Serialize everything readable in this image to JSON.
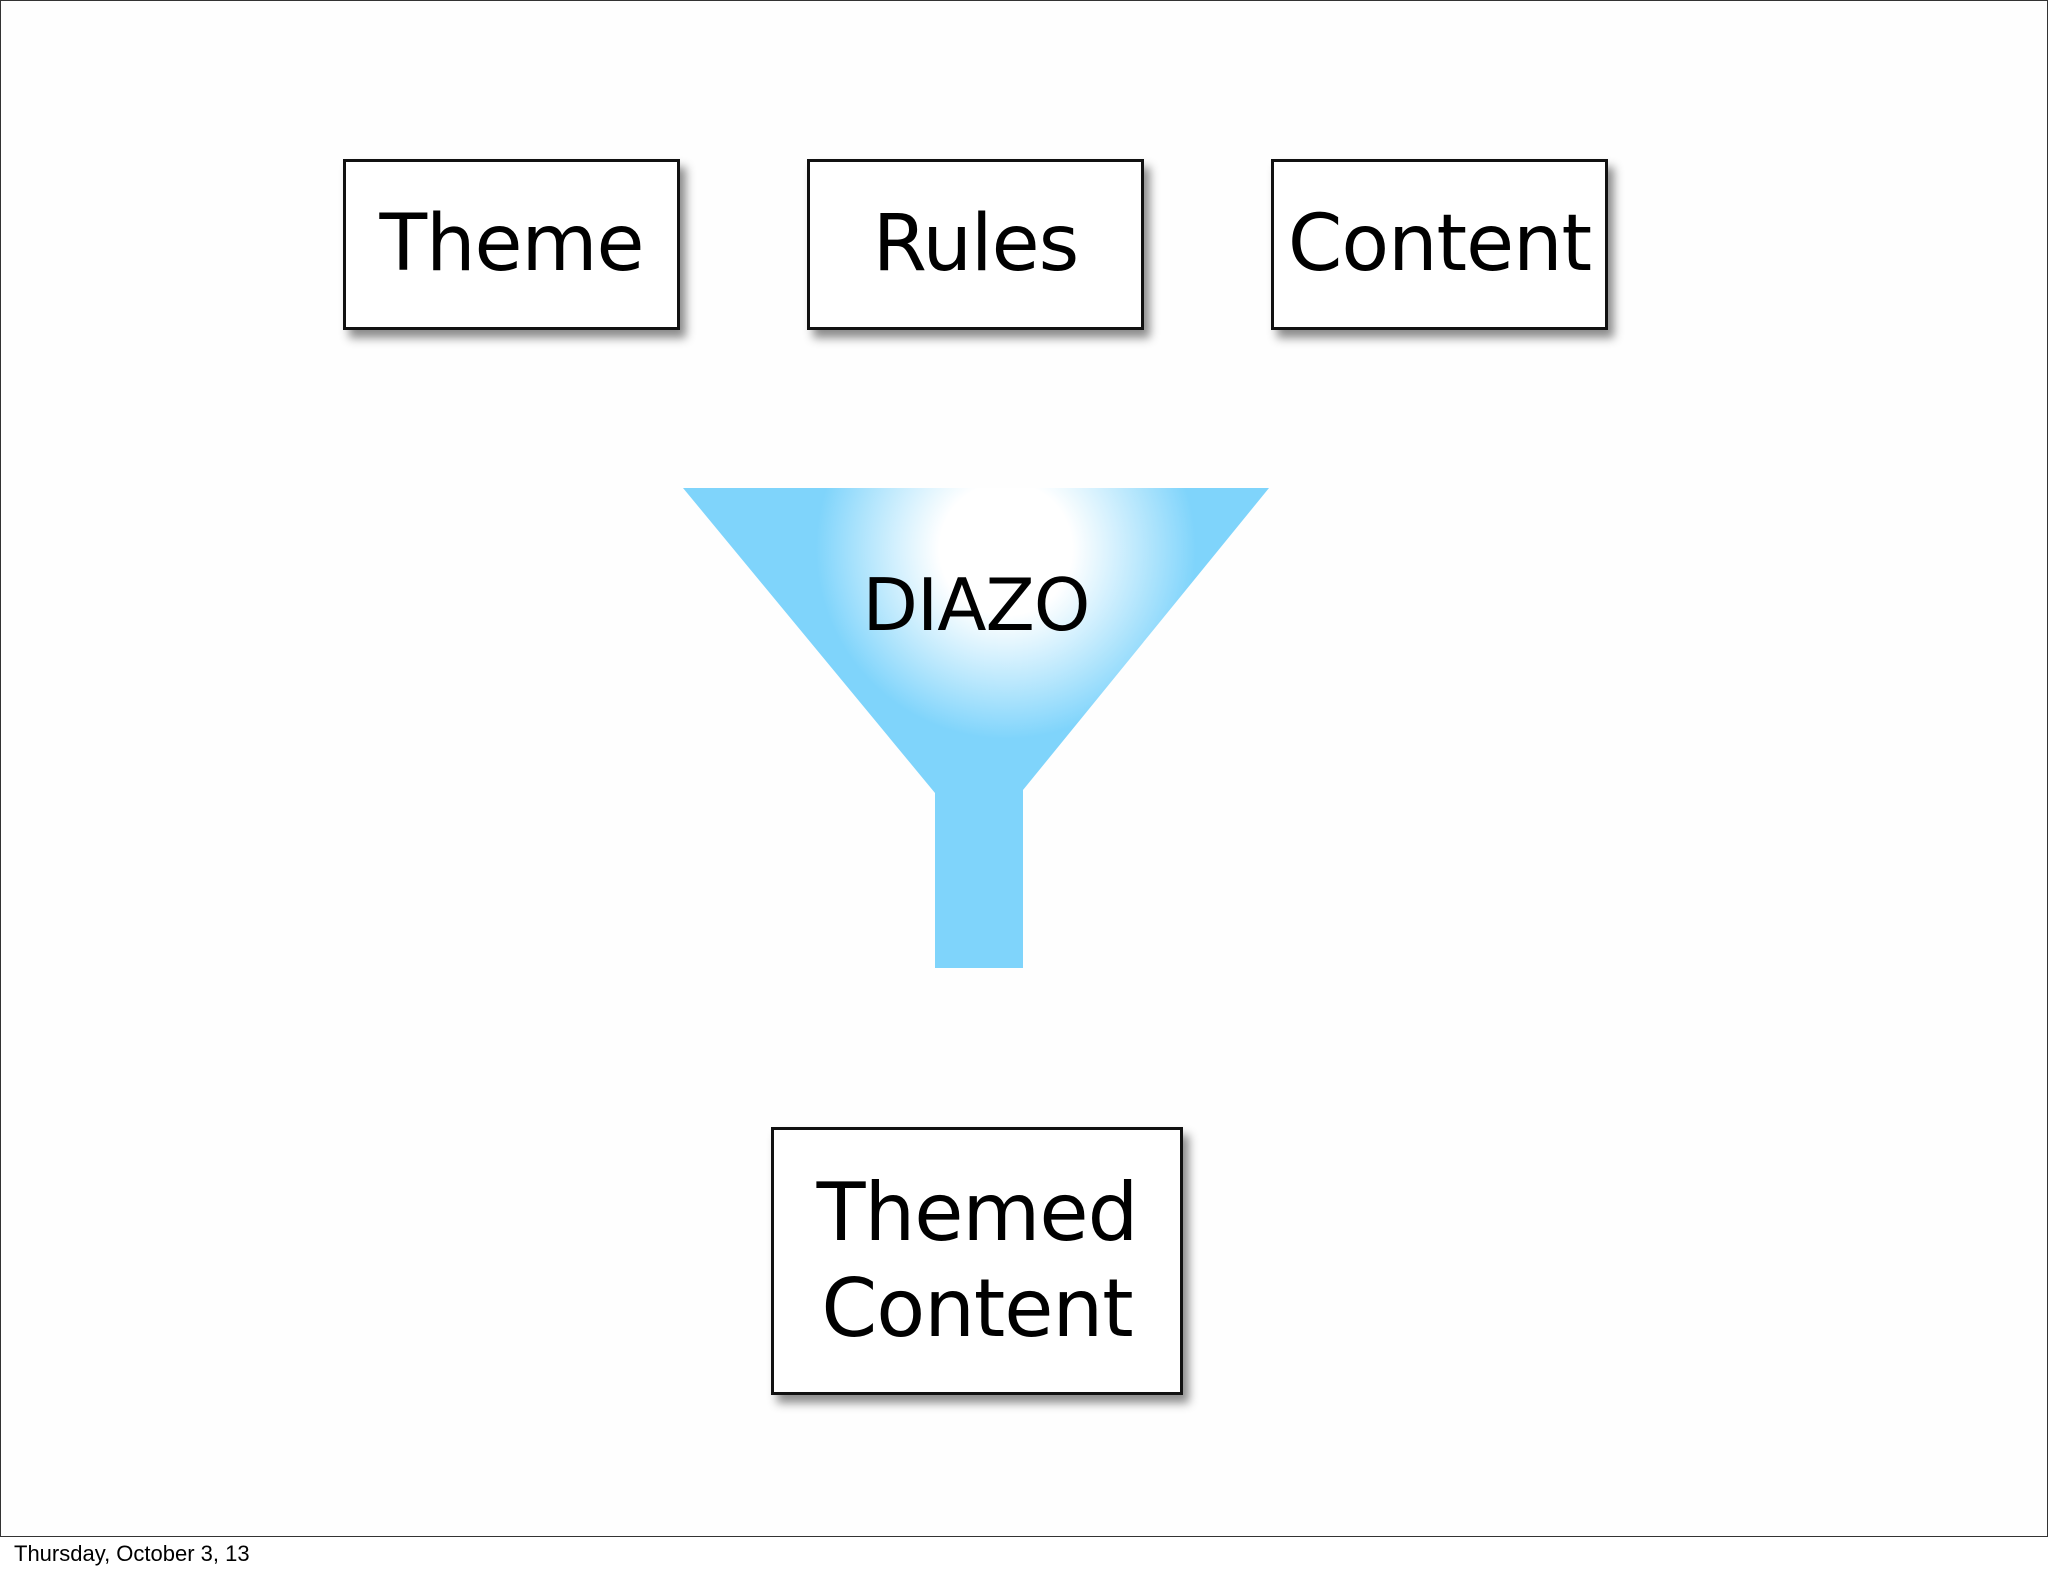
{
  "diagram": {
    "inputs": [
      {
        "label": "Theme"
      },
      {
        "label": "Rules"
      },
      {
        "label": "Content"
      }
    ],
    "processor": {
      "label": "DIAZO",
      "color": "#7fd4fb"
    },
    "output": {
      "line1": "Themed",
      "line2": "Content"
    }
  },
  "footer": {
    "date": "Thursday, October 3, 13"
  }
}
